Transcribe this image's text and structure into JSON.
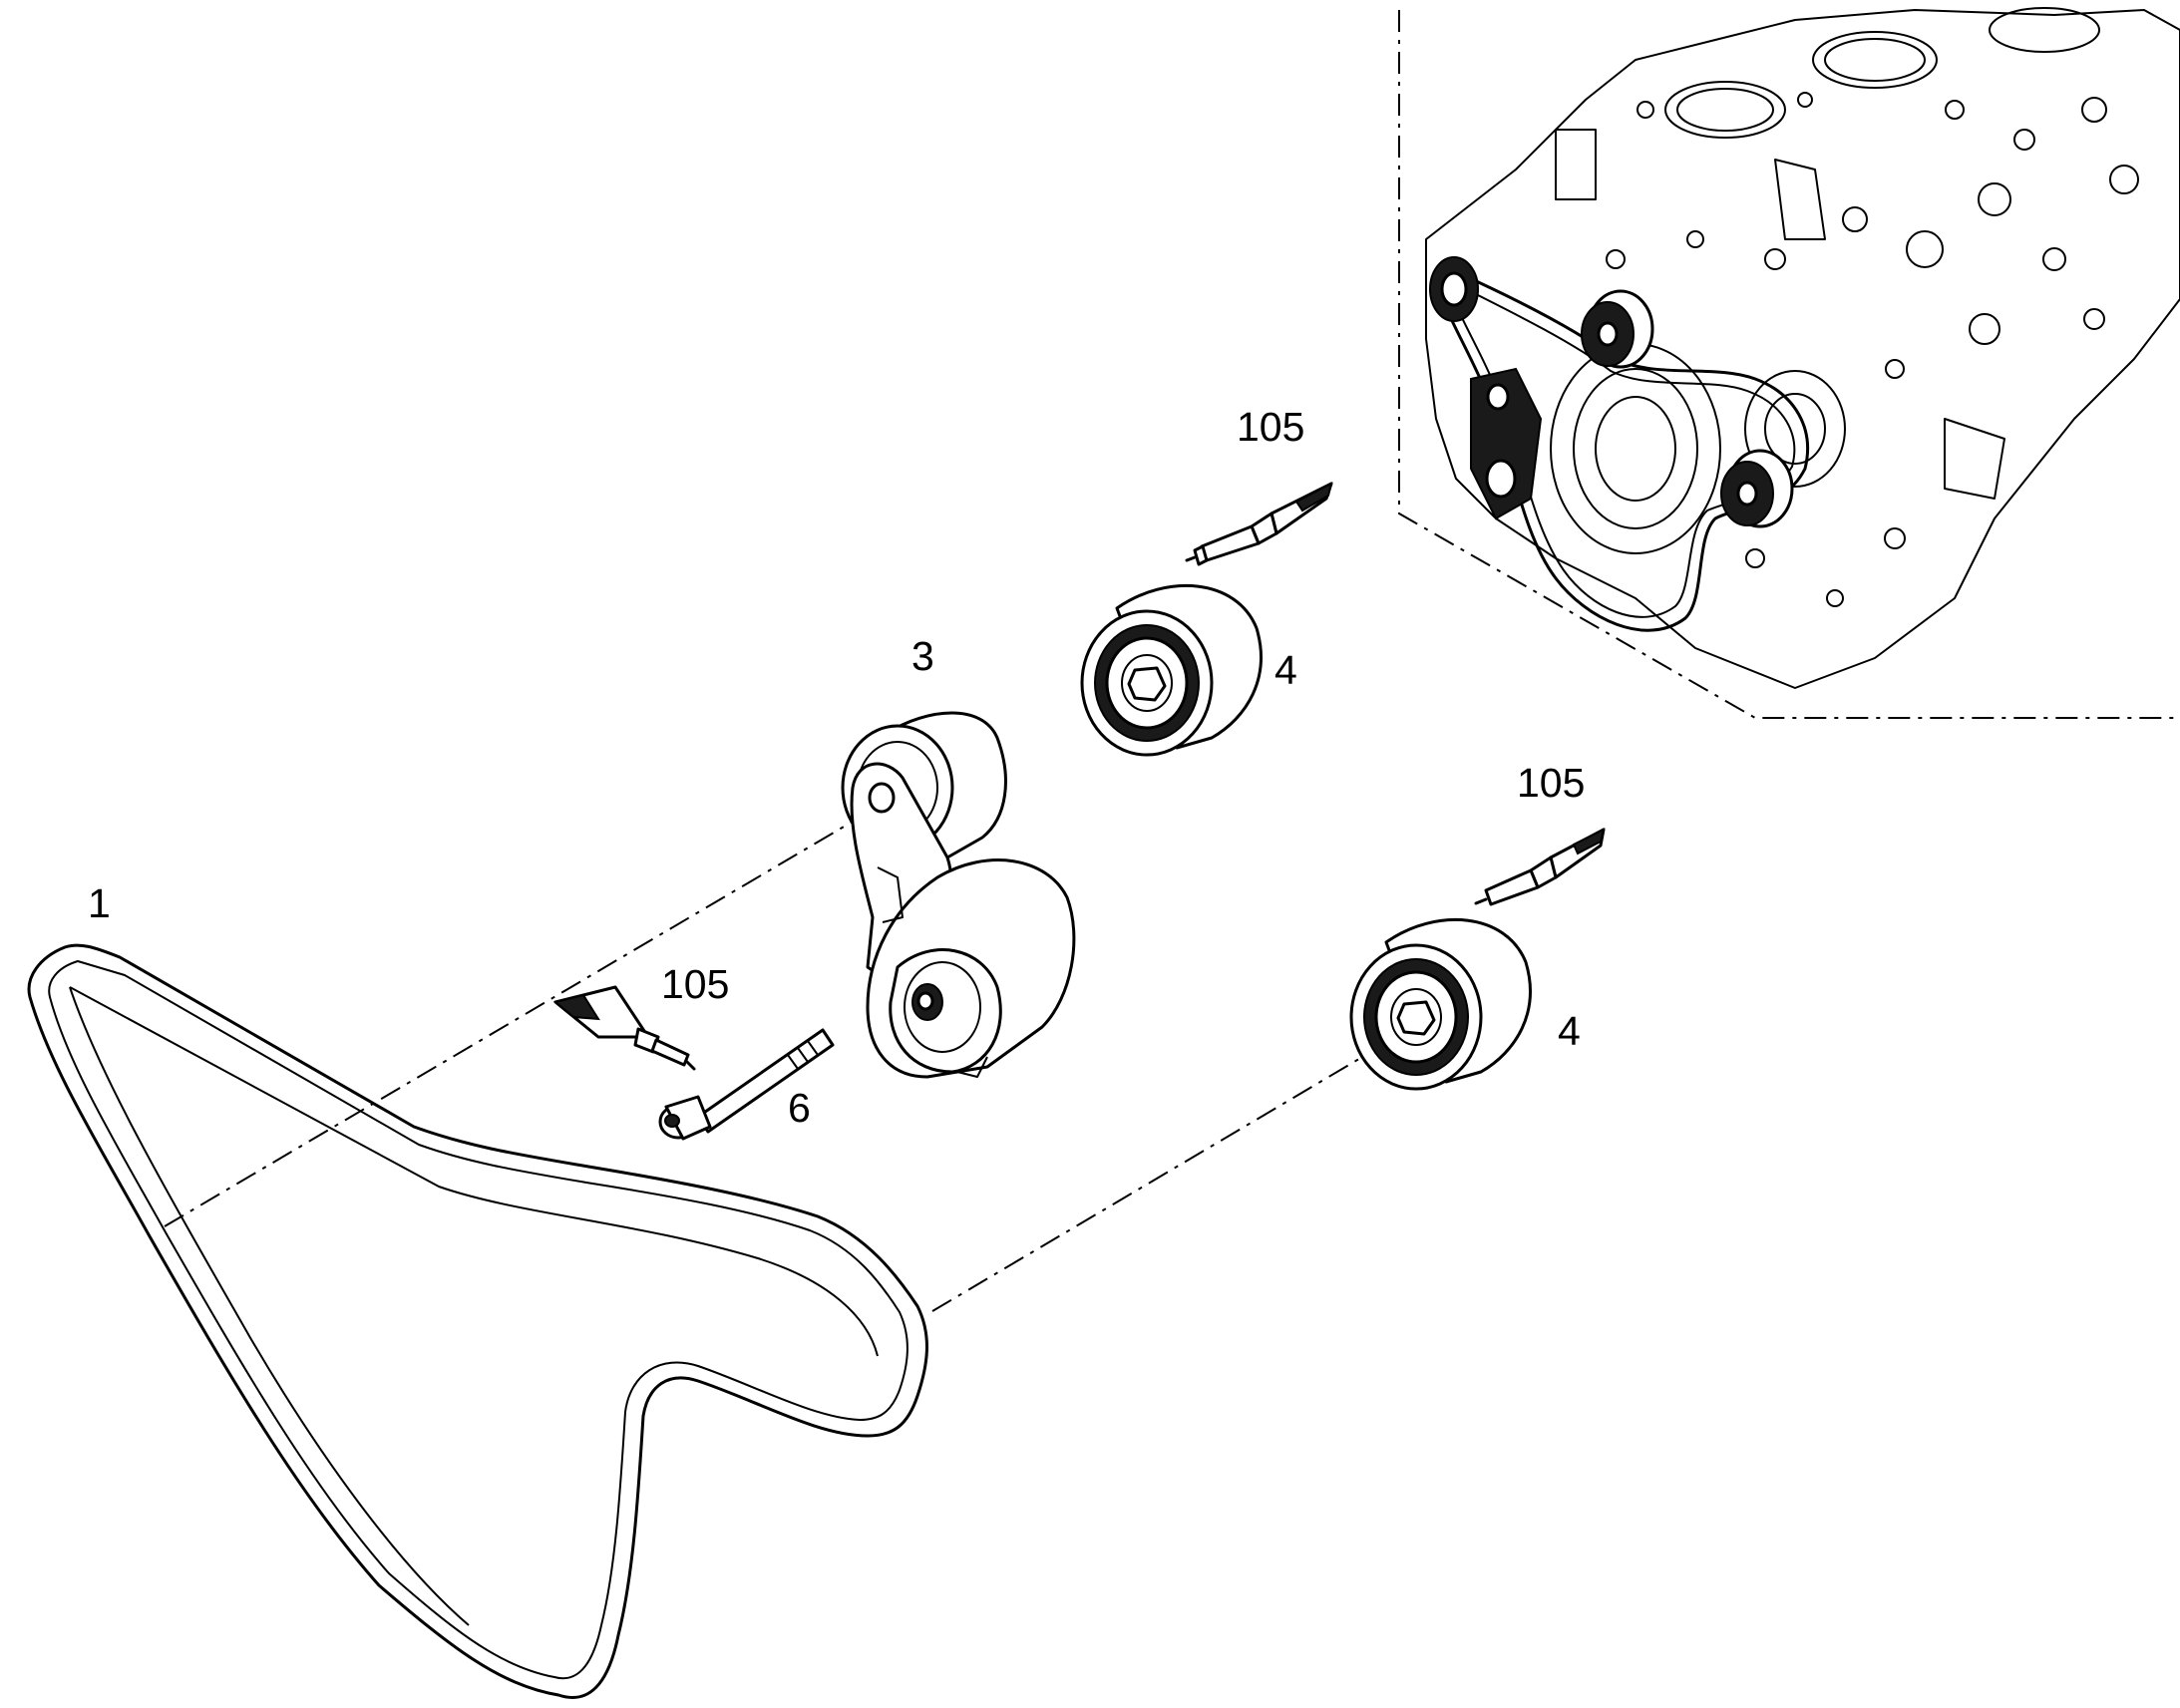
{
  "diagram": {
    "callouts": {
      "belt": "1",
      "tensioner": "3",
      "idler_upper": "4",
      "idler_lower": "4",
      "screw": "6",
      "sealant_upper": "105",
      "sealant_middle": "105",
      "sealant_left": "105"
    },
    "parts": [
      "belt",
      "belt-tensioner",
      "idler-pulley",
      "idler-pulley",
      "screw",
      "sealant-tube",
      "sealant-tube",
      "sealant-tube",
      "engine-block-inset"
    ]
  }
}
